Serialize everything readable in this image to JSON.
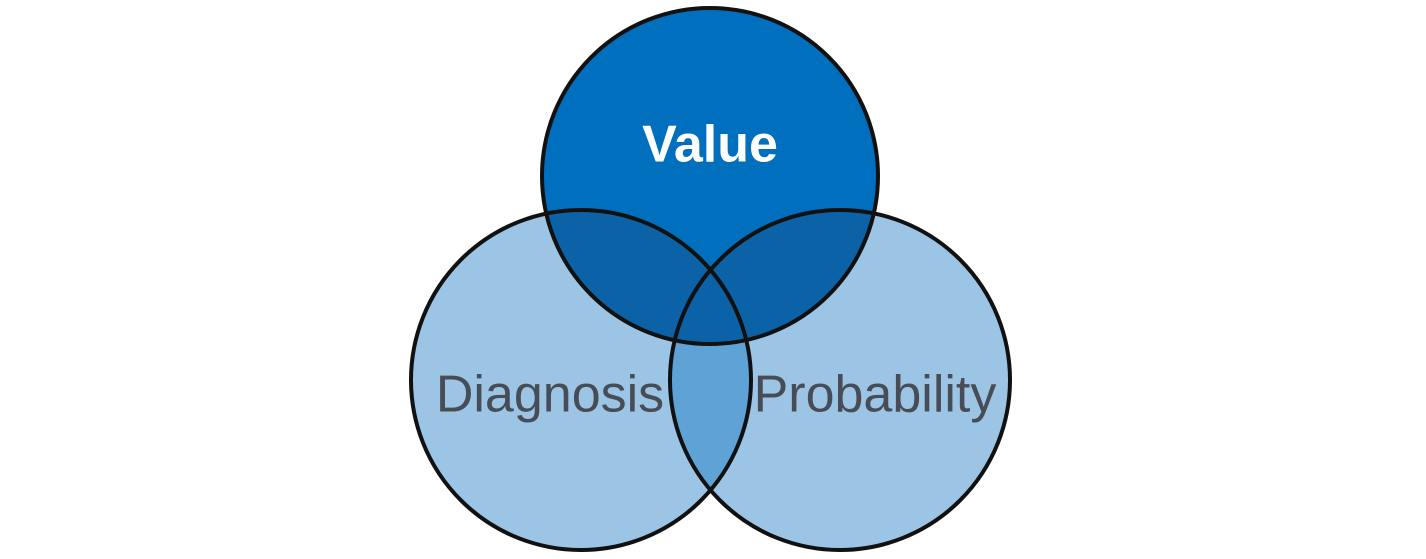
{
  "diagram": {
    "type": "venn",
    "colors": {
      "value_fill": "#006fbd",
      "value_overlap": "#0b62a6",
      "side_fill": "#9cc5e5",
      "center_overlap": "#5fa3d6",
      "outline": "#111111",
      "value_text": "#ffffff",
      "side_text": "#474d57"
    },
    "sets": [
      {
        "id": "value",
        "label": "Value"
      },
      {
        "id": "diagnosis",
        "label": "Diagnosis"
      },
      {
        "id": "probability",
        "label": "Probability"
      }
    ]
  }
}
